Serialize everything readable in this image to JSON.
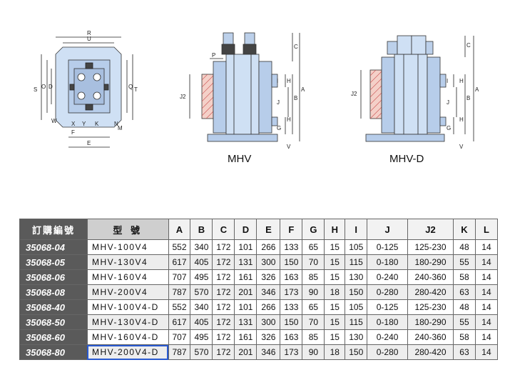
{
  "figures": {
    "left_label": "MHV",
    "right_label": "MHV-D",
    "dim_letters_top": [
      "U",
      "R"
    ],
    "dim_letters_left": [
      "S",
      "O",
      "D"
    ],
    "dim_letters_right": [
      "Q",
      "T"
    ],
    "dim_letters_bottom": [
      "F",
      "Y",
      "K",
      "E"
    ],
    "dim_letters_misc": [
      "X",
      "Y",
      "W",
      "M",
      "N"
    ],
    "side_letters": [
      "C",
      "A",
      "I",
      "H",
      "B",
      "J",
      "H",
      "G",
      "V",
      "P",
      "J2"
    ]
  },
  "table": {
    "headers": [
      "訂購編號",
      "型 號",
      "A",
      "B",
      "C",
      "D",
      "E",
      "F",
      "G",
      "H",
      "I",
      "J",
      "J2",
      "K",
      "L"
    ],
    "rows": [
      {
        "code": "35068-04",
        "model": "MHV-100V4",
        "vals": [
          "552",
          "340",
          "172",
          "101",
          "266",
          "133",
          "65",
          "15",
          "105",
          "0-125",
          "125-230",
          "48",
          "14"
        ]
      },
      {
        "code": "35068-05",
        "model": "MHV-130V4",
        "vals": [
          "617",
          "405",
          "172",
          "131",
          "300",
          "150",
          "70",
          "15",
          "115",
          "0-180",
          "180-290",
          "55",
          "14"
        ]
      },
      {
        "code": "35068-06",
        "model": "MHV-160V4",
        "vals": [
          "707",
          "495",
          "172",
          "161",
          "326",
          "163",
          "85",
          "15",
          "130",
          "0-240",
          "240-360",
          "58",
          "14"
        ]
      },
      {
        "code": "35068-08",
        "model": "MHV-200V4",
        "vals": [
          "787",
          "570",
          "172",
          "201",
          "346",
          "173",
          "90",
          "18",
          "150",
          "0-280",
          "280-420",
          "63",
          "14"
        ]
      },
      {
        "code": "35068-40",
        "model": "MHV-100V4-D",
        "vals": [
          "552",
          "340",
          "172",
          "101",
          "266",
          "133",
          "65",
          "15",
          "105",
          "0-125",
          "125-230",
          "48",
          "14"
        ]
      },
      {
        "code": "35068-50",
        "model": "MHV-130V4-D",
        "vals": [
          "617",
          "405",
          "172",
          "131",
          "300",
          "150",
          "70",
          "15",
          "115",
          "0-180",
          "180-290",
          "55",
          "14"
        ]
      },
      {
        "code": "35068-60",
        "model": "MHV-160V4-D",
        "vals": [
          "707",
          "495",
          "172",
          "161",
          "326",
          "163",
          "85",
          "15",
          "130",
          "0-240",
          "240-360",
          "58",
          "14"
        ]
      },
      {
        "code": "35068-80",
        "model": "MHV-200V4-D",
        "vals": [
          "787",
          "570",
          "172",
          "201",
          "346",
          "173",
          "90",
          "18",
          "150",
          "0-280",
          "280-420",
          "63",
          "14"
        ],
        "highlight": true
      }
    ]
  }
}
